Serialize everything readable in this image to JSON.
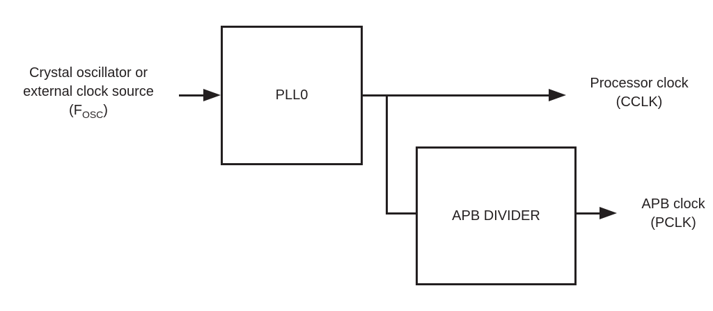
{
  "blocks": {
    "pll0": "PLL0",
    "apb_divider": "APB DIVIDER"
  },
  "labels": {
    "source_line1": "Crystal oscillator or",
    "source_line2": "external clock source",
    "fosc_prefix": "(F",
    "fosc_sub": "OSC",
    "fosc_suffix": ")",
    "processor_clock_line1": "Processor clock",
    "processor_clock_line2": "(CCLK)",
    "apb_clock_line1": "APB clock",
    "apb_clock_line2": "(PCLK)"
  },
  "colors": {
    "line": "#231f20",
    "background": "#ffffff"
  }
}
